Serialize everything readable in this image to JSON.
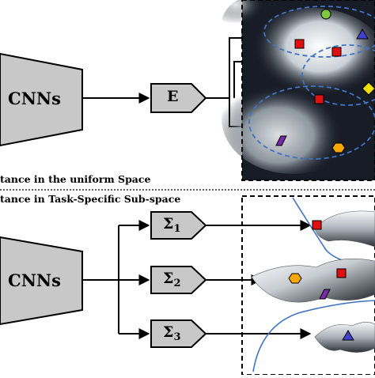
{
  "top": {
    "encoder_label": "CNNs",
    "embed_label": "E",
    "caption": "tance in the uniform Space"
  },
  "bottom": {
    "encoder_label": "CNNs",
    "caption": "tance in Task-Specific Sub-space",
    "heads": [
      {
        "symbol": "Σ",
        "index": "1"
      },
      {
        "symbol": "Σ",
        "index": "2"
      },
      {
        "symbol": "Σ",
        "index": "3"
      }
    ]
  },
  "colors": {
    "square": "#e01010",
    "circle": "#7cc940",
    "triangle": "#4040d0",
    "hexagon": "#f5a800",
    "rhombus": "#7a2aa8",
    "diamond": "#f2e000",
    "dashed_ellipse": "#3f73c4"
  }
}
